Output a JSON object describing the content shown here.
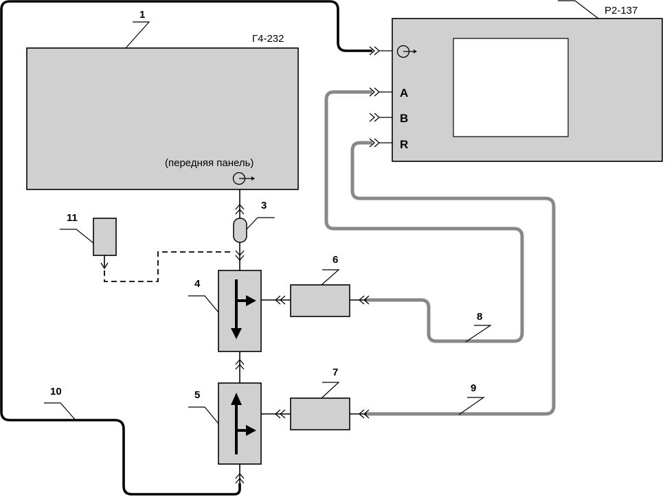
{
  "devices": {
    "generator": {
      "model": "Г4-232",
      "number": "1",
      "front_panel": "(передняя панель)"
    },
    "analyzer": {
      "model": "Р2-137",
      "ports": [
        "A",
        "B",
        "R"
      ]
    }
  },
  "callouts": [
    "1",
    "3",
    "4",
    "5",
    "6",
    "7",
    "8",
    "9",
    "10",
    "11"
  ],
  "icons": {
    "output_symbol": "circle-arrow-output-icon",
    "connector": "double-chevron-connector-icon"
  }
}
